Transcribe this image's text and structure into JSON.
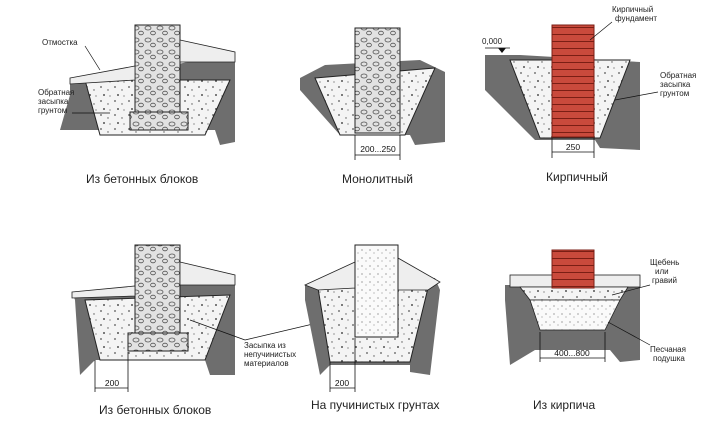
{
  "captions": {
    "concrete_blocks_top": "Из бетонных блоков",
    "monolithic": "Монолитный",
    "brick_top": "Кирпичный",
    "concrete_blocks_bottom": "Из бетонных блоков",
    "heaving_soils": "На пучинистых грунтах",
    "from_brick": "Из кирпича"
  },
  "labels": {
    "blind_area": "Отмостка",
    "backfill_soil_1": "Обратная",
    "backfill_soil_2": "засыпка",
    "backfill_soil_3": "грунтом",
    "brick_foundation_1": "Кирпичный",
    "brick_foundation_2": "фундамент",
    "level_zero": "0,000",
    "nonporous_fill_1": "Засыпка из",
    "nonporous_fill_2": "непучинистых",
    "nonporous_fill_3": "материалов",
    "gravel_1": "Щебень",
    "gravel_2": "или",
    "gravel_3": "гравий",
    "sand_cushion_1": "Песчаная",
    "sand_cushion_2": "подушка"
  },
  "dimensions": {
    "monolithic_width": "200...250",
    "brick_width": "250",
    "blocks_offset": "200",
    "heaving_offset": "200",
    "cushion_width": "400...800"
  },
  "colors": {
    "soil": "#6e6e6e",
    "concrete": "#f4f4f4",
    "block": "#dcdcdc",
    "brick": "#c0392b",
    "ink": "#222222"
  }
}
